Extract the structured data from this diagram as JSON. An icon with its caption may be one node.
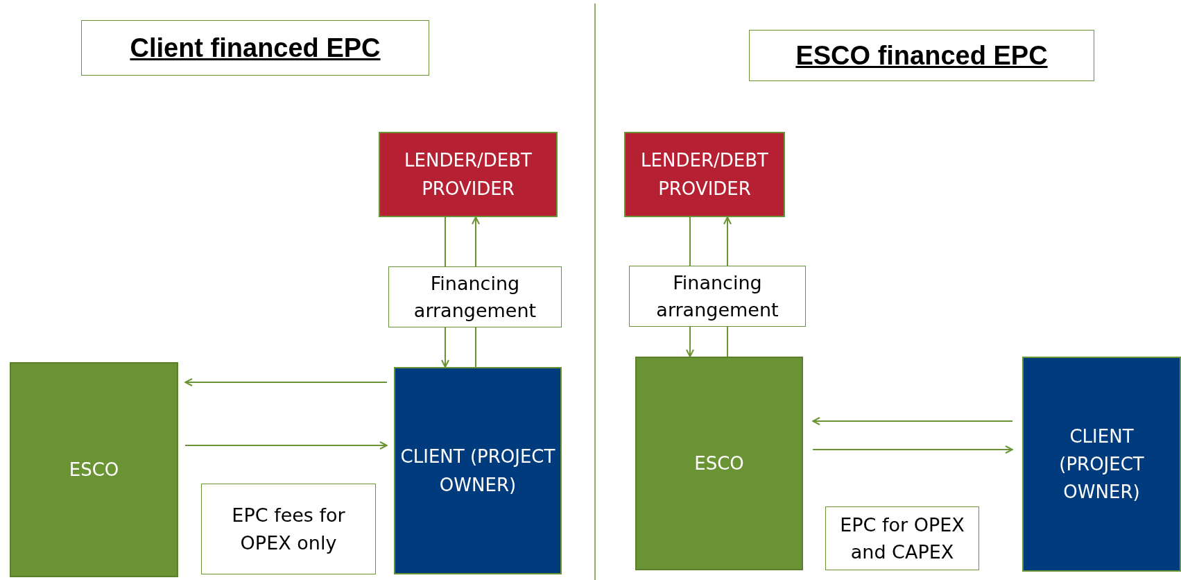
{
  "diagram": {
    "nodes": [
      {
        "text": [
          "Client financed EPC"
        ]
      },
      {
        "text": [
          "LENDER/DEBT PROVIDER"
        ]
      },
      {
        "text": [
          "Financing arrangement"
        ]
      },
      {
        "text": [
          "ESCO"
        ]
      },
      {
        "text": [
          "CLIENT (PROJECT OWNER)"
        ]
      },
      {
        "text": [
          "EPC fees for OPEX only"
        ]
      },
      {
        "text": [
          "ESCO financed EPC"
        ]
      },
      {
        "text": [
          "LENDER/DEBT PROVIDER"
        ]
      },
      {
        "text": [
          "Financing arrangement"
        ]
      },
      {
        "text": [
          "ESCO"
        ]
      },
      {
        "text": [
          "CLIENT (PROJECT OWNER)"
        ]
      },
      {
        "text": [
          "EPC for OPEX and CAPEX"
        ]
      }
    ],
    "edges": [
      {
        "from": 1,
        "to": 2,
        "arrow": "none"
      },
      {
        "from": 2,
        "to": 4,
        "arrow": "to"
      },
      {
        "from": 4,
        "to": 2,
        "arrow": "none"
      },
      {
        "from": 2,
        "to": 1,
        "arrow": "to"
      },
      {
        "from": 4,
        "to": 3,
        "arrow": "to"
      },
      {
        "from": 3,
        "to": 4,
        "arrow": "to"
      },
      {
        "from": 7,
        "to": 8,
        "arrow": "none"
      },
      {
        "from": 8,
        "to": 9,
        "arrow": "to"
      },
      {
        "from": 9,
        "to": 8,
        "arrow": "none"
      },
      {
        "from": 8,
        "to": 7,
        "arrow": "to"
      },
      {
        "from": 10,
        "to": 9,
        "arrow": "to"
      },
      {
        "from": 9,
        "to": 10,
        "arrow": "to"
      }
    ]
  }
}
